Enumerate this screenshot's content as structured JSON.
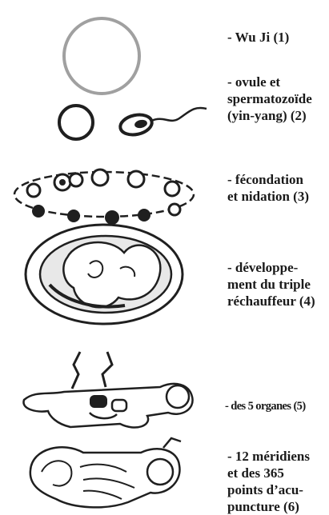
{
  "captions": [
    {
      "text": "- Wu Ji (1)"
    },
    {
      "text": "- ovule et\nspermatozoïde\n(yin-yang) (2)"
    },
    {
      "text": "- fécondation\net nidation (3)"
    },
    {
      "text": "- développe-\nment du triple\nréchauffeur (4)"
    },
    {
      "text": "- des 5 organes (5)"
    },
    {
      "text": "- 12 méridiens\net des 365\npoints d’acu-\npuncture (6)"
    }
  ],
  "colors": {
    "ink": "#1f1f1f",
    "circle": "#9a9a9a",
    "background": "#ffffff"
  }
}
